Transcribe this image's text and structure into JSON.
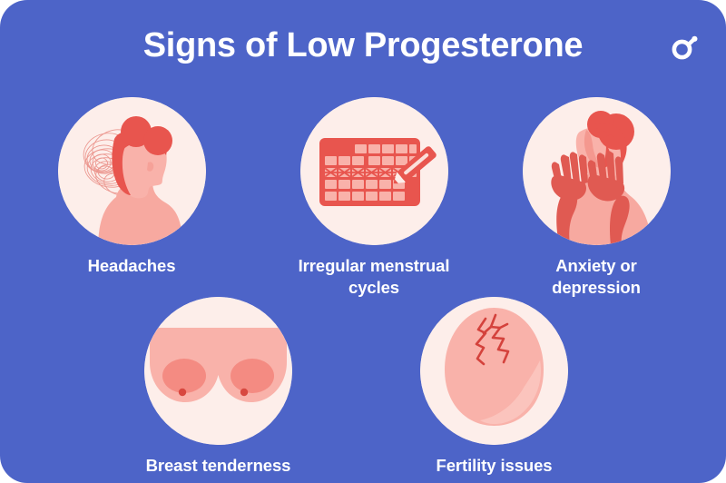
{
  "infographic": {
    "title": "Signs of Low Progesterone",
    "background_color": "#4d64c8",
    "disc_color": "#fdeeea",
    "accent_coral": "#e8554e",
    "accent_pink": "#f7a9a0",
    "accent_light_pink": "#fbc4bd",
    "text_color": "#ffffff",
    "brand_mark_icon": "sprout-logo-icon",
    "items": [
      {
        "id": "headaches",
        "label": "Headaches",
        "icon": "woman-head-pain-waves-icon"
      },
      {
        "id": "cycles",
        "label": "Irregular menstrual\ncycles",
        "icon": "calendar-marked-pencil-icon"
      },
      {
        "id": "anxiety",
        "label": "Anxiety or\ndepression",
        "icon": "woman-hands-to-face-icon"
      },
      {
        "id": "breast",
        "label": "Breast tenderness",
        "icon": "breasts-icon"
      },
      {
        "id": "fertility",
        "label": "Fertility issues",
        "icon": "cracked-egg-ovum-icon"
      }
    ]
  }
}
